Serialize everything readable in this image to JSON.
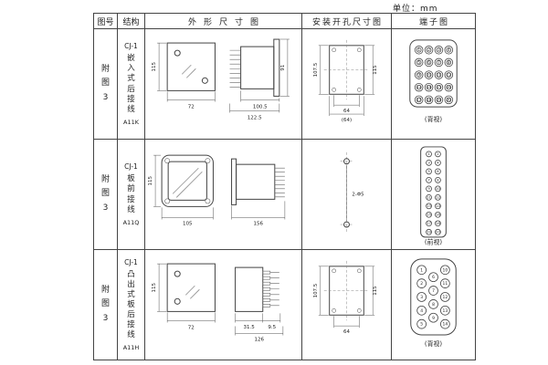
{
  "unit_label": "单位：mm",
  "headers": {
    "fig": "图号",
    "structure": "结构",
    "outline": "外形尺寸图",
    "install": "安装开孔尺寸图",
    "terminal": "端子图"
  },
  "rows": [
    {
      "fig": "附图3",
      "model": "CJ-1",
      "structure_desc": "嵌入式后接线",
      "code": "A11K",
      "outline": {
        "height": "115",
        "width": "72",
        "depth1": "100.5",
        "depth2": "122.5",
        "side_height": "91"
      },
      "install": {
        "v1": "107.5",
        "v2": "115",
        "h1": "64",
        "h2": "(64)"
      },
      "terminal": {
        "view": "(背视)",
        "numbers": [
          "1",
          "2",
          "3",
          "4",
          "5",
          "6",
          "7",
          "8",
          "9",
          "10",
          "11",
          "12",
          "13",
          "14",
          "15",
          "16",
          "17",
          "18",
          "19",
          "20"
        ]
      }
    },
    {
      "fig": "附图3",
      "model": "CJ-1",
      "structure_desc": "板前接线",
      "code": "A11Q",
      "outline": {
        "height": "115",
        "width": "105",
        "depth": "156"
      },
      "install": {
        "holes": "2-Φ5"
      },
      "terminal": {
        "view": "(前视)",
        "numbers": [
          "1",
          "2",
          "3",
          "4",
          "5",
          "6",
          "7",
          "8",
          "9",
          "10",
          "11",
          "12",
          "13",
          "14",
          "15",
          "16",
          "17",
          "18",
          "19",
          "20"
        ]
      }
    },
    {
      "fig": "附图3",
      "model": "CJ-1",
      "structure_desc": "凸出式板后接线",
      "code": "A11H",
      "outline": {
        "height": "115",
        "width": "72",
        "stud_offset": "31.5",
        "stud_width": "9.5",
        "depth": "126"
      },
      "install": {
        "v1": "107.5",
        "v2": "115",
        "h1": "64"
      },
      "terminal": {
        "view": "(背视)",
        "numbers": [
          "1",
          "2",
          "3",
          "4",
          "5",
          "6",
          "7",
          "8",
          "9",
          "10",
          "11",
          "12",
          "13",
          "14"
        ]
      }
    }
  ]
}
